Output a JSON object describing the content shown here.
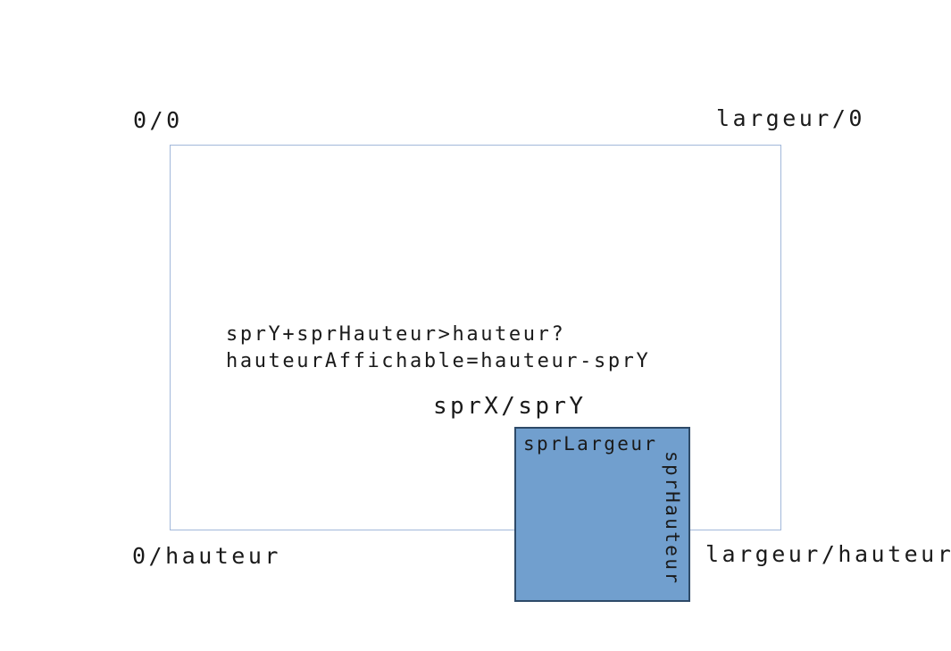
{
  "diagram": {
    "screen": {
      "top_left_label": "0/0",
      "top_right_label": "largeur/0",
      "bottom_left_label": "0/hauteur",
      "bottom_right_label": "largeur/hauteur",
      "border_color": "#a2b8da"
    },
    "annotation": {
      "line1": "sprY+sprHauteur>hauteur?",
      "line2": "hauteurAffichable=hauteur-sprY"
    },
    "sprite": {
      "position_label": "sprX/sprY",
      "width_label": "sprLargeur",
      "height_label": "sprHauteur",
      "fill_color": "#719fce",
      "border_color": "#2e4a68"
    },
    "text_color": "#1a1a1a",
    "background_color": "#ffffff"
  }
}
